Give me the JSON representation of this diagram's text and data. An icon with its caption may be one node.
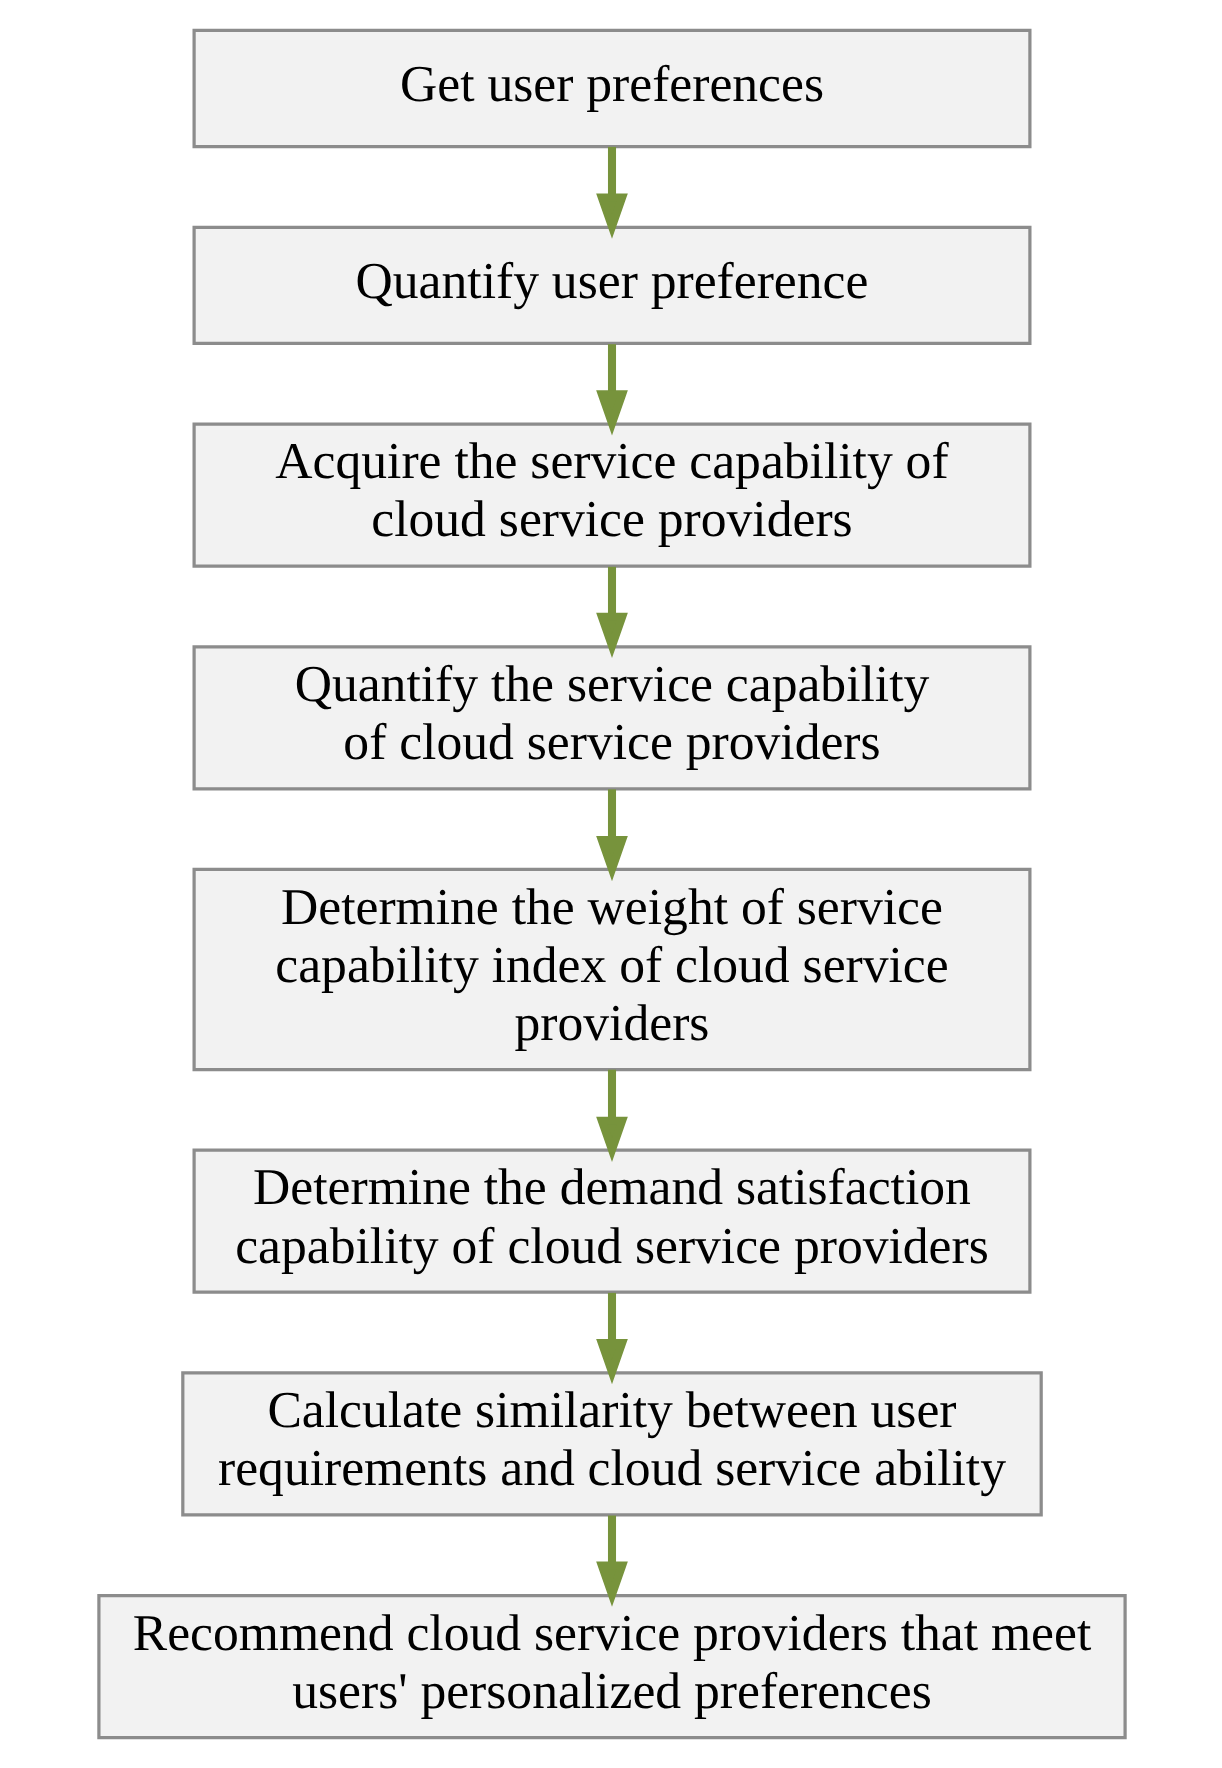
{
  "diagram": {
    "nodes": [
      {
        "text": [
          "Get user preferences"
        ]
      },
      {
        "text": [
          "Quantify user preference"
        ]
      },
      {
        "text": [
          "Acquire the service capability of cloud service providers"
        ]
      },
      {
        "text": [
          "Quantify the service capability of cloud service providers"
        ]
      },
      {
        "text": [
          "Determine the weight of service capability index of cloud service providers"
        ]
      },
      {
        "text": [
          "Determine the demand satisfaction capability of cloud service providers"
        ]
      },
      {
        "text": [
          "Calculate similarity between user requirements and cloud service ability"
        ]
      },
      {
        "text": [
          "Recommend cloud service providers that meet users' personalized preferences"
        ]
      }
    ],
    "edges": [
      {
        "from": 0,
        "to": 1,
        "arrow": "to"
      },
      {
        "from": 1,
        "to": 2,
        "arrow": "to"
      },
      {
        "from": 2,
        "to": 3,
        "arrow": "to"
      },
      {
        "from": 3,
        "to": 4,
        "arrow": "to"
      },
      {
        "from": 4,
        "to": 5,
        "arrow": "to"
      },
      {
        "from": 5,
        "to": 6,
        "arrow": "to"
      },
      {
        "from": 6,
        "to": 7,
        "arrow": "to"
      }
    ]
  }
}
